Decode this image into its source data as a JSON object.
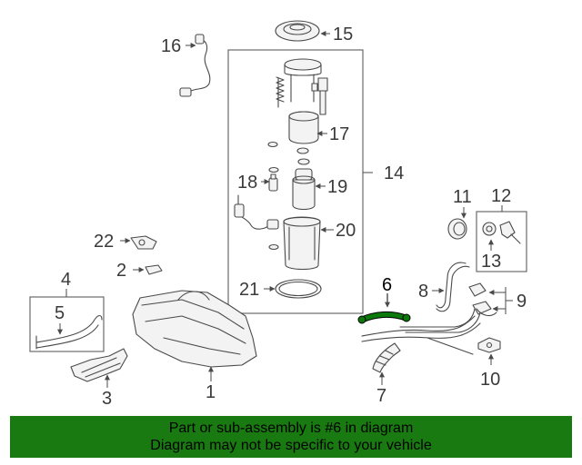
{
  "colors": {
    "banner_background": "#1a7a12",
    "highlight_part": "#0b7a0b"
  },
  "callouts": {
    "c1": "1",
    "c2": "2",
    "c3": "3",
    "c4": "4",
    "c5": "5",
    "c6": "6",
    "c7": "7",
    "c8": "8",
    "c9": "9",
    "c10": "10",
    "c11": "11",
    "c12": "12",
    "c13": "13",
    "c14": "14",
    "c15": "15",
    "c16": "16",
    "c17": "17",
    "c18": "18",
    "c19": "19",
    "c20": "20",
    "c21": "21",
    "c22": "22"
  },
  "highlighted_callout": "6",
  "banner": {
    "line1": "Part or sub-assembly is #6 in diagram",
    "line2": "Diagram may not be specific to your vehicle"
  }
}
